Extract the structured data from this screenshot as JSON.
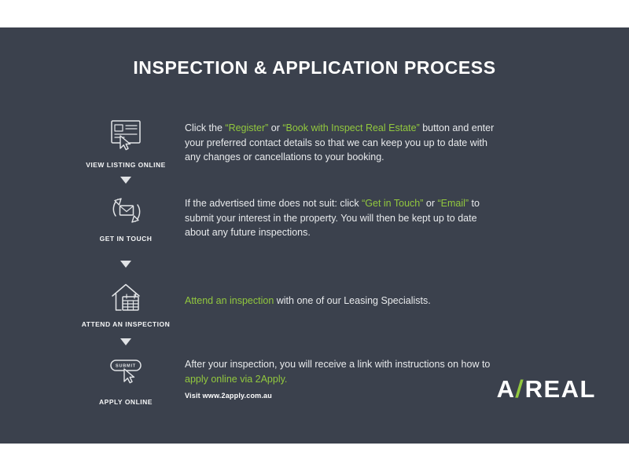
{
  "title": "INSPECTION & APPLICATION PROCESS",
  "colors": {
    "accent": "#92c83e",
    "panel": "#3b414d"
  },
  "steps": [
    {
      "label": "VIEW LISTING ONLINE",
      "icon": "view-listing-icon",
      "segments": [
        {
          "t": "Click the ",
          "green": false
        },
        {
          "t": "“Register”",
          "green": true
        },
        {
          "t": " or ",
          "green": false
        },
        {
          "t": "“Book with Inspect Real Estate”",
          "green": true
        },
        {
          "t": " button and enter your preferred contact details so that we can keep you up to date with any changes or cancellations to your booking.",
          "green": false
        }
      ]
    },
    {
      "label": "GET IN TOUCH",
      "icon": "get-in-touch-icon",
      "segments": [
        {
          "t": "If the advertised time does not suit: click ",
          "green": false
        },
        {
          "t": "“Get in Touch”",
          "green": true
        },
        {
          "t": " or ",
          "green": false
        },
        {
          "t": "“Email”",
          "green": true
        },
        {
          "t": " to submit your interest in the property. You will then be kept up to date about any future inspections.",
          "green": false
        }
      ]
    },
    {
      "label": "ATTEND AN INSPECTION",
      "icon": "attend-inspection-icon",
      "segments": [
        {
          "t": "Attend an inspection",
          "green": true
        },
        {
          "t": " with one of our Leasing Specialists.",
          "green": false
        }
      ]
    },
    {
      "label": "APPLY ONLINE",
      "icon": "apply-online-icon",
      "icon_text": "SUBMIT",
      "segments": [
        {
          "t": "After your inspection, you will receive a link with instructions on how to ",
          "green": false
        },
        {
          "t": "apply online via 2Apply.",
          "green": true
        }
      ],
      "note": "Visit www.2apply.com.au"
    }
  ],
  "logo": {
    "prefix": "A",
    "slash": "/",
    "suffix": "REAL"
  }
}
